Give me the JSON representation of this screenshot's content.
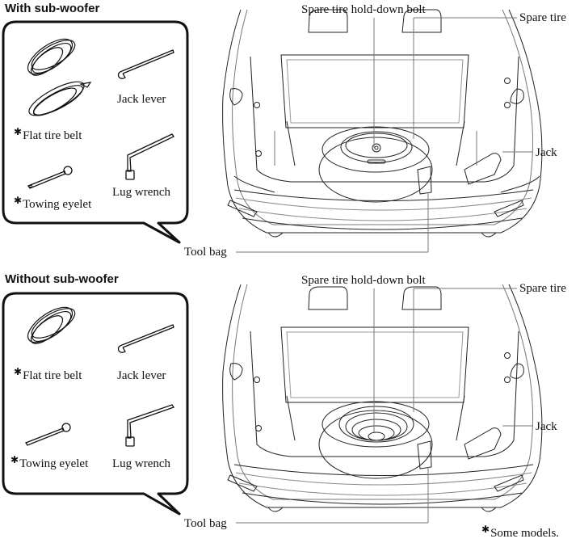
{
  "sections": [
    {
      "heading": "With sub-woofer",
      "tools": {
        "flat_tire_belt": "Flat tire belt",
        "jack_lever": "Jack lever",
        "towing_eyelet": "Towing eyelet",
        "lug_wrench": "Lug wrench"
      },
      "callouts": {
        "hold_down_bolt": "Spare tire hold-down bolt",
        "spare_tire": "Spare tire",
        "jack": "Jack",
        "tool_bag": "Tool bag"
      },
      "spare_type": "covered (sub-woofer mounted in spare tire)"
    },
    {
      "heading": "Without sub-woofer",
      "tools": {
        "flat_tire_belt": "Flat tire belt",
        "jack_lever": "Jack lever",
        "towing_eyelet": "Towing eyelet",
        "lug_wrench": "Lug wrench"
      },
      "callouts": {
        "hold_down_bolt": "Spare tire hold-down bolt",
        "spare_tire": "Spare tire",
        "jack": "Jack",
        "tool_bag": "Tool bag"
      },
      "spare_type": "open wheel"
    }
  ],
  "asterisk": "✱",
  "footnote": "Some models."
}
